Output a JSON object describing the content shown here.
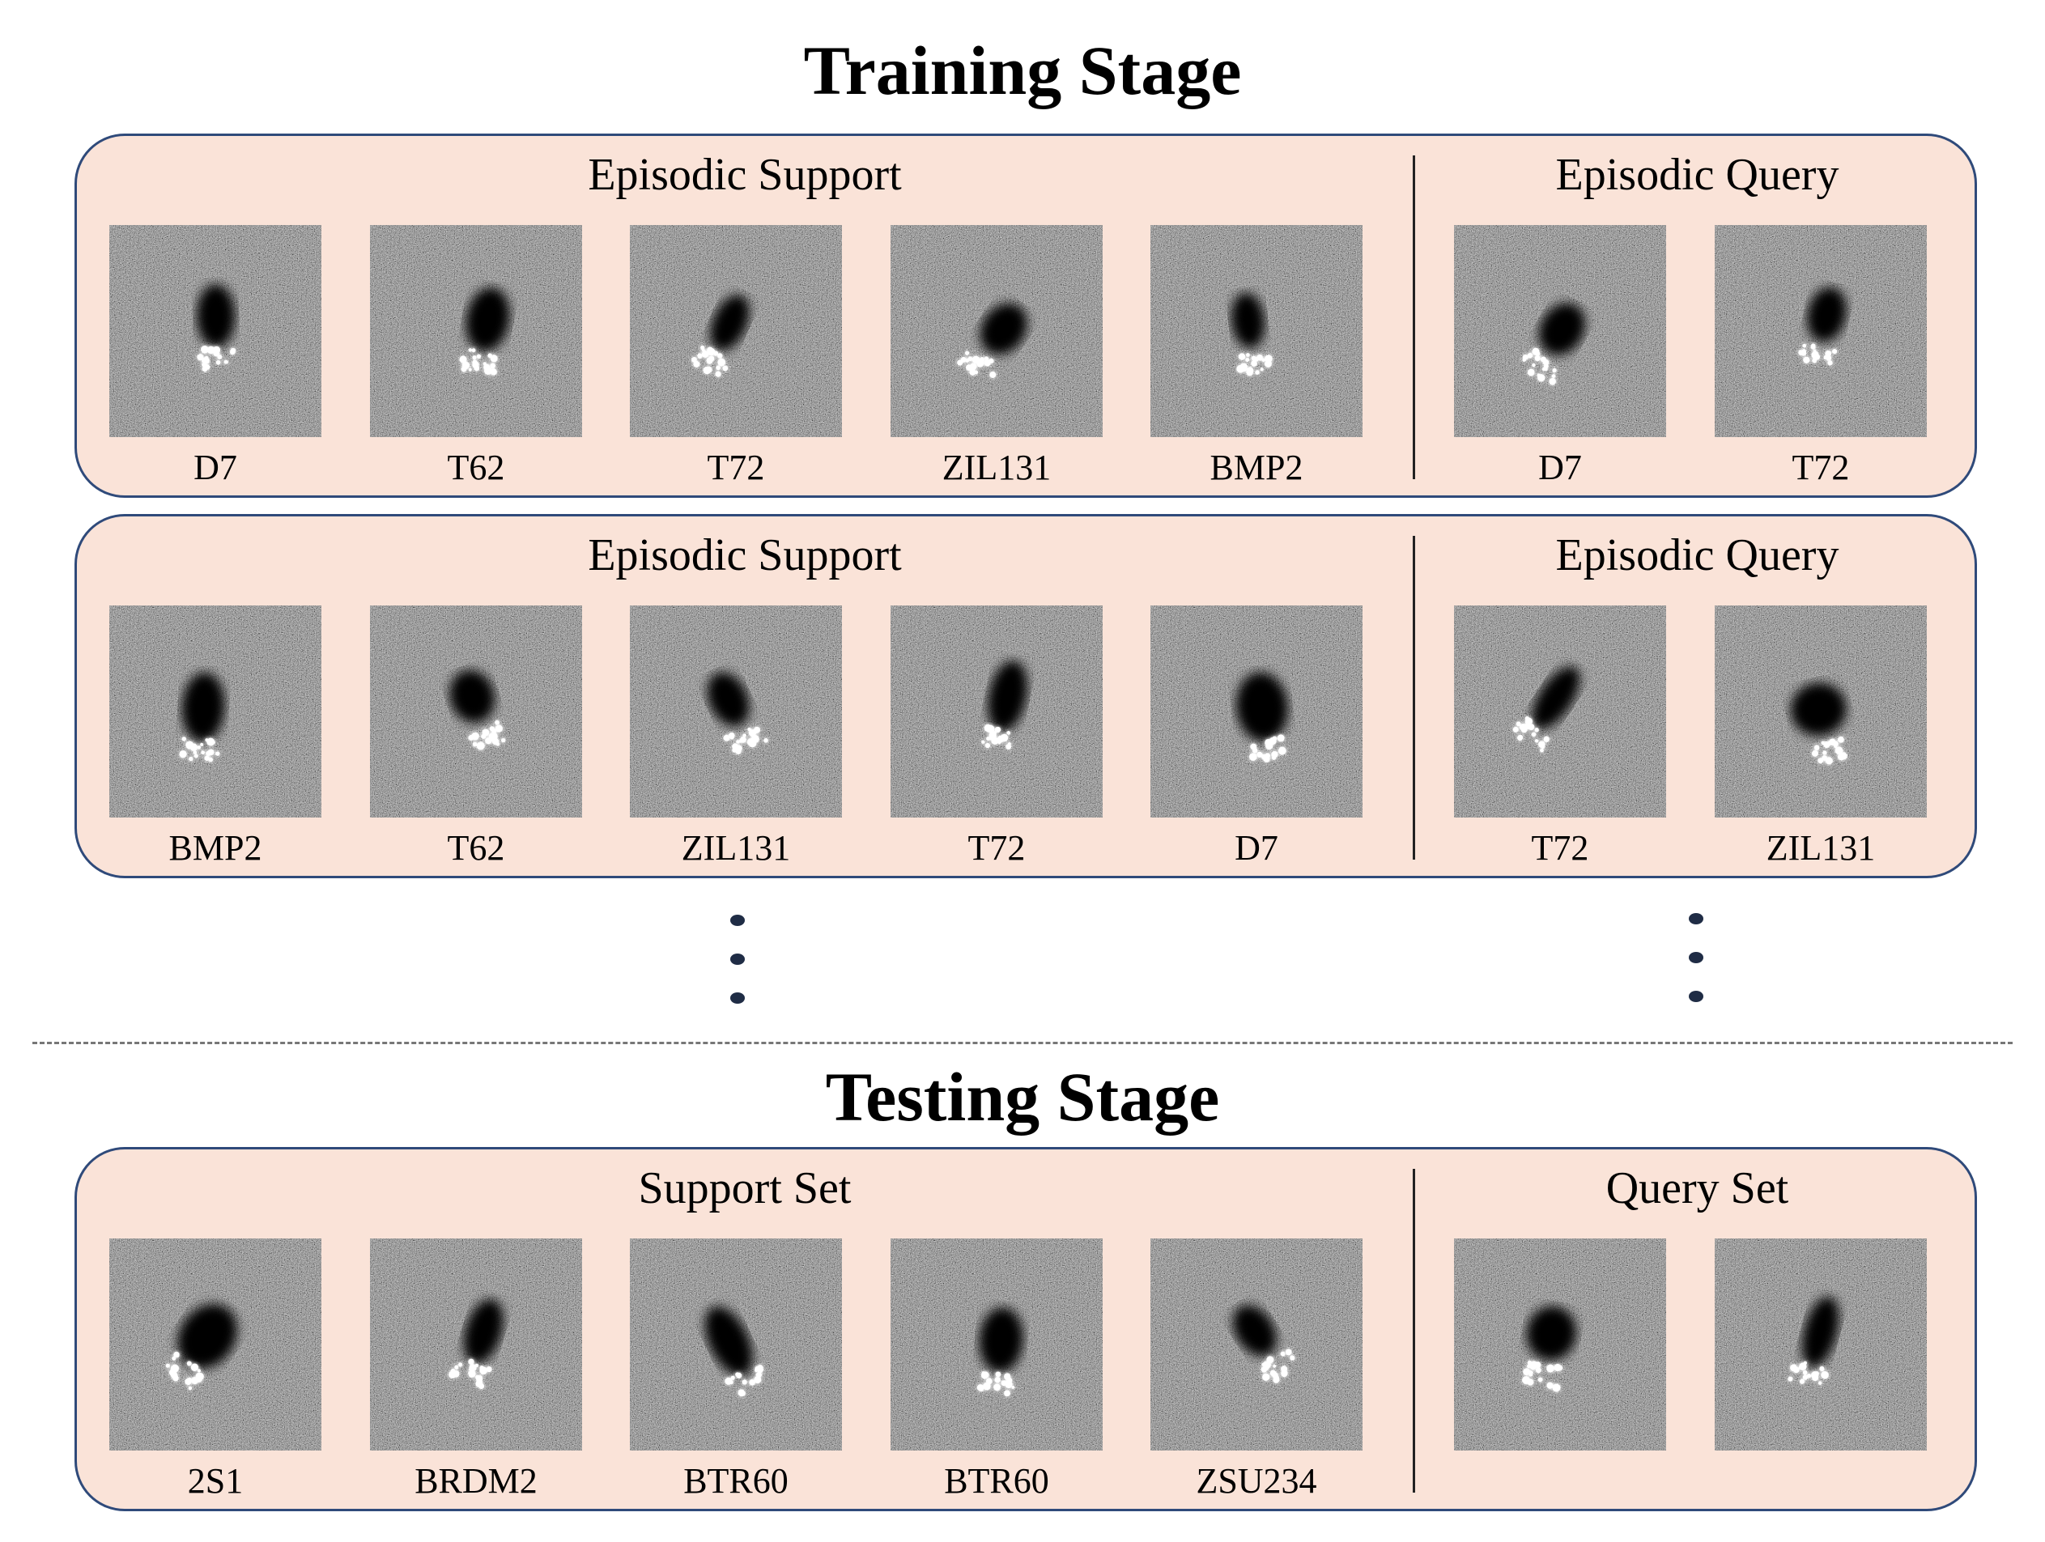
{
  "training": {
    "title": "Training Stage",
    "episodes": [
      {
        "support_label": "Episodic Support",
        "query_label": "Episodic Query",
        "support": [
          "D7",
          "T62",
          "T72",
          "ZIL131",
          "BMP2"
        ],
        "query": [
          "D7",
          "T72"
        ]
      },
      {
        "support_label": "Episodic Support",
        "query_label": "Episodic Query",
        "support": [
          "BMP2",
          "T62",
          "ZIL131",
          "T72",
          "D7"
        ],
        "query": [
          "T72",
          "ZIL131"
        ]
      }
    ]
  },
  "testing": {
    "title": "Testing Stage",
    "support_label": "Support Set",
    "query_label": "Query Set",
    "support": [
      "2S1",
      "BRDM2",
      "BTR60",
      "BTR60",
      "ZSU234"
    ],
    "query": [
      "",
      ""
    ]
  }
}
